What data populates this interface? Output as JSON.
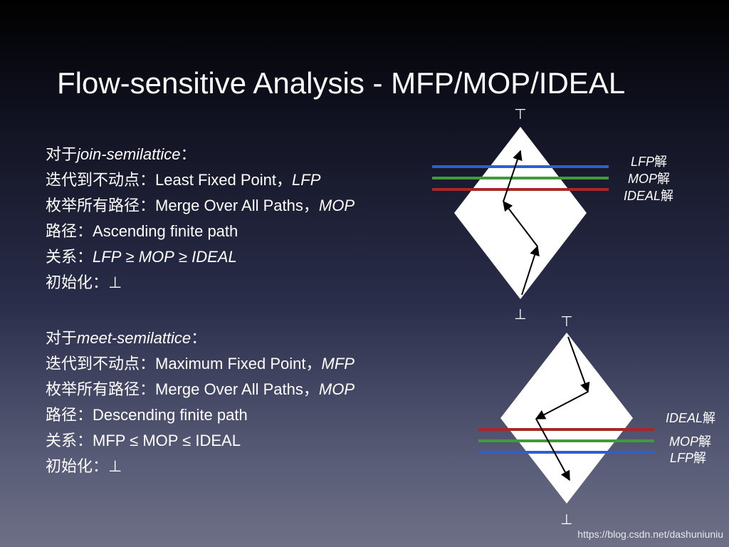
{
  "title": "Flow-sensitive Analysis - MFP/MOP/IDEAL",
  "join": {
    "header_prefix": "对于",
    "header_em": "join-semilattice",
    "header_suffix": "：",
    "iter_label": "迭代到不动点：",
    "iter_value": "Least Fixed Point，",
    "iter_em": "LFP",
    "enum_label": "枚举所有路径：",
    "enum_value": "Merge Over All Paths，",
    "enum_em": "MOP",
    "path_label": "路径：",
    "path_value": "Ascending finite path",
    "rel_label": "关系：",
    "rel_a": "LFP",
    "rel_op1": " ≥ ",
    "rel_b": "MOP",
    "rel_op2": " ≥ ",
    "rel_c": "IDEAL",
    "init_label": "初始化：",
    "init_value": "⊥"
  },
  "meet": {
    "header_prefix": "对于",
    "header_em": "meet-semilattice",
    "header_suffix": "：",
    "iter_label": "迭代到不动点：",
    "iter_value": "Maximum Fixed Point，",
    "iter_em": "MFP",
    "enum_label": "枚举所有路径：",
    "enum_value": "Merge Over All Paths，",
    "enum_em": "MOP",
    "path_label": "路径：",
    "path_value": "Descending finite path",
    "rel_label": "关系：",
    "rel_text": "MFP ≤ MOP ≤ IDEAL",
    "init_label": "初始化：",
    "init_value": "⊥"
  },
  "diagram_top": {
    "top_symbol": "⊤",
    "bottom_symbol": "⊥",
    "labels": [
      {
        "em": "LFP",
        "suffix": "解"
      },
      {
        "em": "MOP",
        "suffix": "解"
      },
      {
        "em": "IDEAL",
        "suffix": "解"
      }
    ],
    "line_colors": [
      "#2e5fd0",
      "#3f9a3a",
      "#a8282a"
    ]
  },
  "diagram_bottom": {
    "top_symbol": "⊤",
    "bottom_symbol": "⊥",
    "labels": [
      {
        "em": "IDEAL",
        "suffix": "解"
      },
      {
        "em": "MOP",
        "suffix": "解"
      },
      {
        "em": "LFP",
        "suffix": "解"
      }
    ],
    "line_colors": [
      "#a8282a",
      "#3f9a3a",
      "#2e5fd0"
    ]
  },
  "footer": "https://blog.csdn.net/dashuniuniu"
}
